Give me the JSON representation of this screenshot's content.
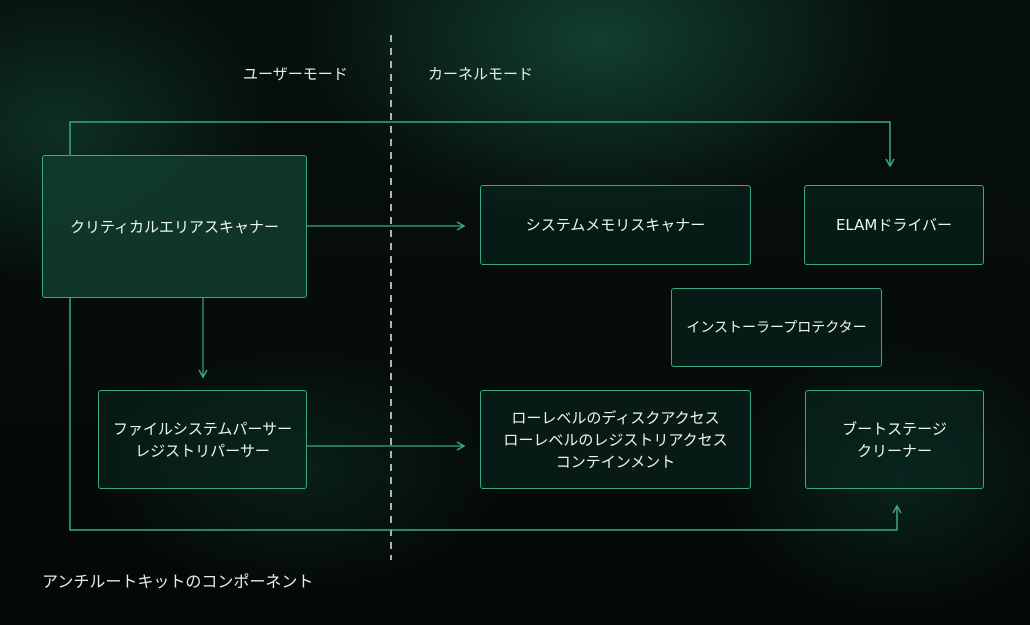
{
  "modes": {
    "user": "ユーザーモード",
    "kernel": "カーネルモード"
  },
  "nodes": {
    "critical_scanner": [
      "クリティカルエリアスキャナー"
    ],
    "fs_parser": [
      "ファイルシステムパーサー",
      "レジストリパーサー"
    ],
    "memory_scanner": [
      "システムメモリスキャナー"
    ],
    "elam_driver": [
      "ELAMドライバー"
    ],
    "installer_protector": [
      "インストーラープロテクター"
    ],
    "low_level_access": [
      "ローレベルのディスクアクセス",
      "ローレベルのレジストリアクセス",
      "コンテインメント"
    ],
    "boot_cleaner": [
      "ブートステージ",
      "クリーナー"
    ]
  },
  "caption": "アンチルートキットのコンポーネント",
  "colors": {
    "accent": "#3aa888",
    "background": "#050908"
  }
}
